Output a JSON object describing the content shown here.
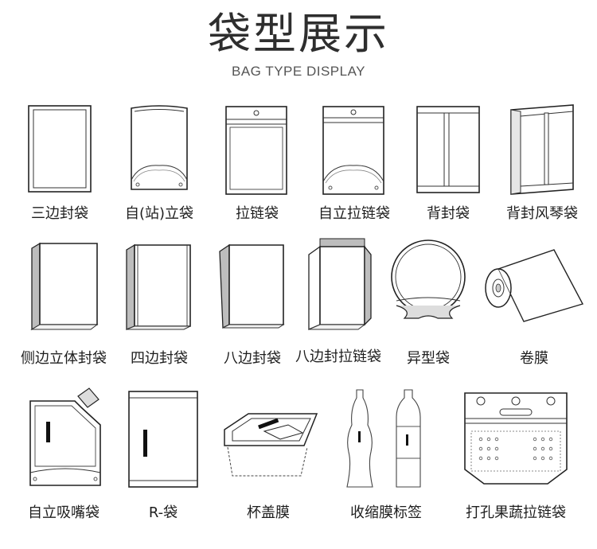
{
  "header": {
    "title": "袋型展示",
    "subtitle": "BAG TYPE DISPLAY"
  },
  "bag_types": [
    {
      "label": "三边封袋",
      "icon": "three-side-seal-bag-icon"
    },
    {
      "label": "自(站)立袋",
      "icon": "stand-up-bag-icon"
    },
    {
      "label": "拉链袋",
      "icon": "zipper-bag-icon"
    },
    {
      "label": "自立拉链袋",
      "icon": "stand-up-zipper-bag-icon"
    },
    {
      "label": "背封袋",
      "icon": "back-seal-bag-icon"
    },
    {
      "label": "背封风琴袋",
      "icon": "back-seal-gusset-bag-icon"
    },
    {
      "label": "侧边立体封袋",
      "icon": "side-gusset-bag-icon"
    },
    {
      "label": "四边封袋",
      "icon": "four-side-seal-bag-icon"
    },
    {
      "label": "八边封袋",
      "icon": "eight-side-seal-bag-icon"
    },
    {
      "label": "八边封拉链袋",
      "icon": "eight-side-seal-zipper-bag-icon"
    },
    {
      "label": "异型袋",
      "icon": "shaped-bag-icon"
    },
    {
      "label": "卷膜",
      "icon": "roll-film-icon"
    },
    {
      "label": "自立吸嘴袋",
      "icon": "spout-pouch-icon"
    },
    {
      "label": "R-袋",
      "icon": "r-bag-icon"
    },
    {
      "label": "杯盖膜",
      "icon": "cup-lid-film-icon"
    },
    {
      "label": "收缩膜标签",
      "icon": "shrink-film-label-icon"
    },
    {
      "label": "打孔果蔬拉链袋",
      "icon": "perforated-produce-zipper-bag-icon"
    }
  ]
}
